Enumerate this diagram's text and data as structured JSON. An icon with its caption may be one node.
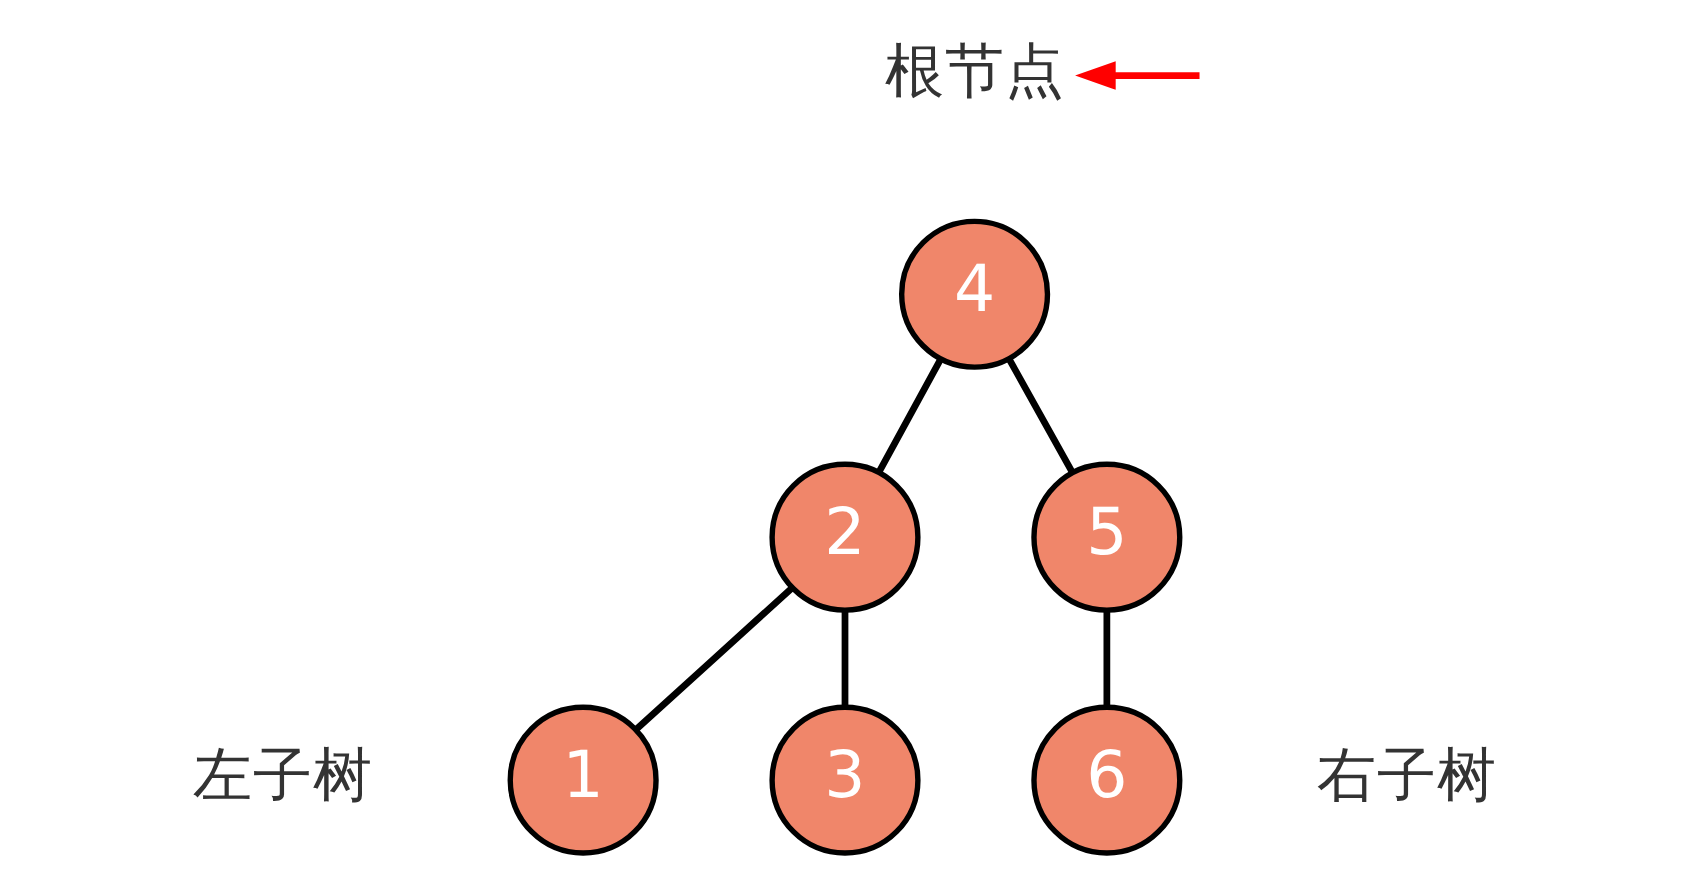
{
  "diagram": {
    "nodes": [
      {
        "text": [
          "根节点"
        ]
      },
      {
        "text": [
          "4"
        ]
      },
      {
        "text": [
          "2"
        ]
      },
      {
        "text": [
          "5"
        ]
      },
      {
        "text": [
          "1"
        ]
      },
      {
        "text": [
          "3"
        ]
      },
      {
        "text": [
          "6"
        ]
      }
    ],
    "edges": [
      {
        "from": 1,
        "to": 2,
        "arrow": "none"
      },
      {
        "from": 1,
        "to": 3,
        "arrow": "none"
      },
      {
        "from": 2,
        "to": 4,
        "arrow": "none"
      },
      {
        "from": 2,
        "to": 5,
        "arrow": "none"
      },
      {
        "from": 3,
        "to": 6,
        "arrow": "none"
      },
      {
        "from": null,
        "to": 0,
        "arrow": "to",
        "color": "#ff0000"
      }
    ],
    "labels": [
      "左子树",
      "右子树"
    ]
  }
}
